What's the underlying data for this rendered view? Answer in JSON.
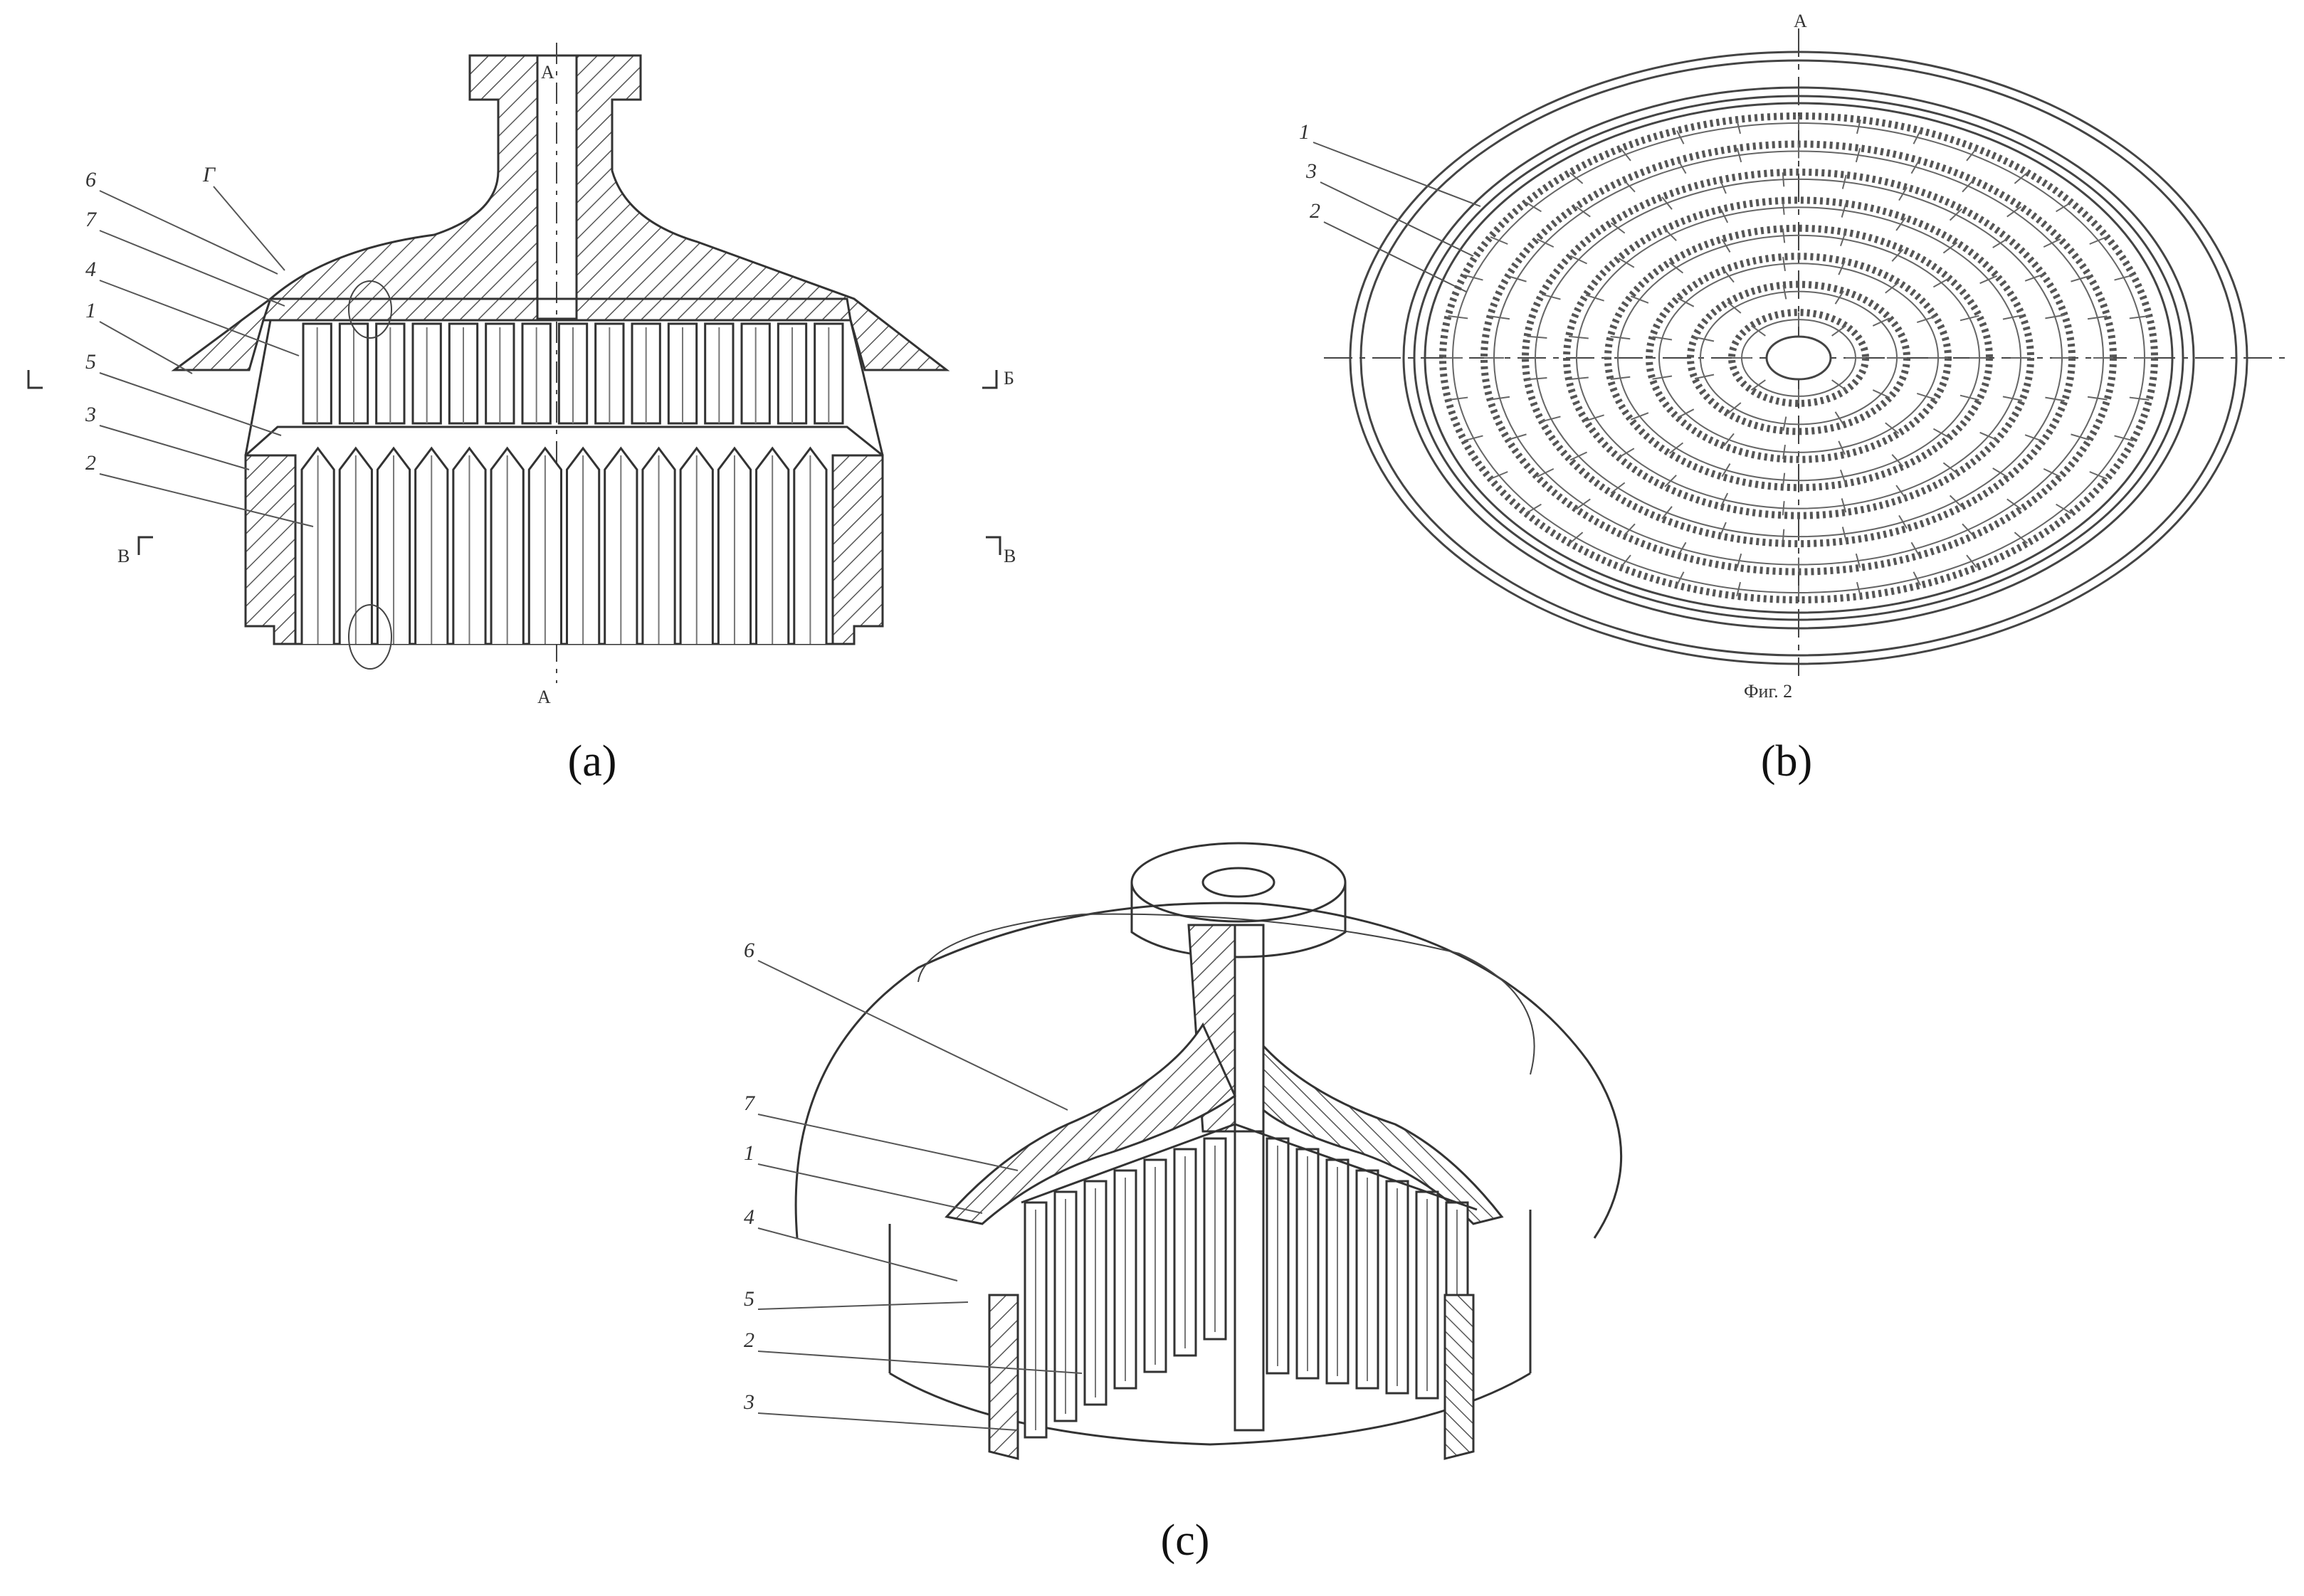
{
  "figure": {
    "panels": [
      {
        "caption": "(a)",
        "labels": [
          "6",
          "Г",
          "7",
          "4",
          "1",
          "5",
          "3",
          "2"
        ],
        "section_marks": [
          "Б",
          "В",
          "В",
          "А",
          "А"
        ]
      },
      {
        "caption": "(b)",
        "labels": [
          "1",
          "3",
          "2"
        ],
        "section_marks": [
          "А"
        ],
        "figure_label": "Фиг. 2"
      },
      {
        "caption": "(c)",
        "labels": [
          "6",
          "7",
          "1",
          "4",
          "5",
          "2",
          "3"
        ]
      }
    ]
  },
  "colors": {
    "line": "#333333",
    "background": "#ffffff"
  }
}
